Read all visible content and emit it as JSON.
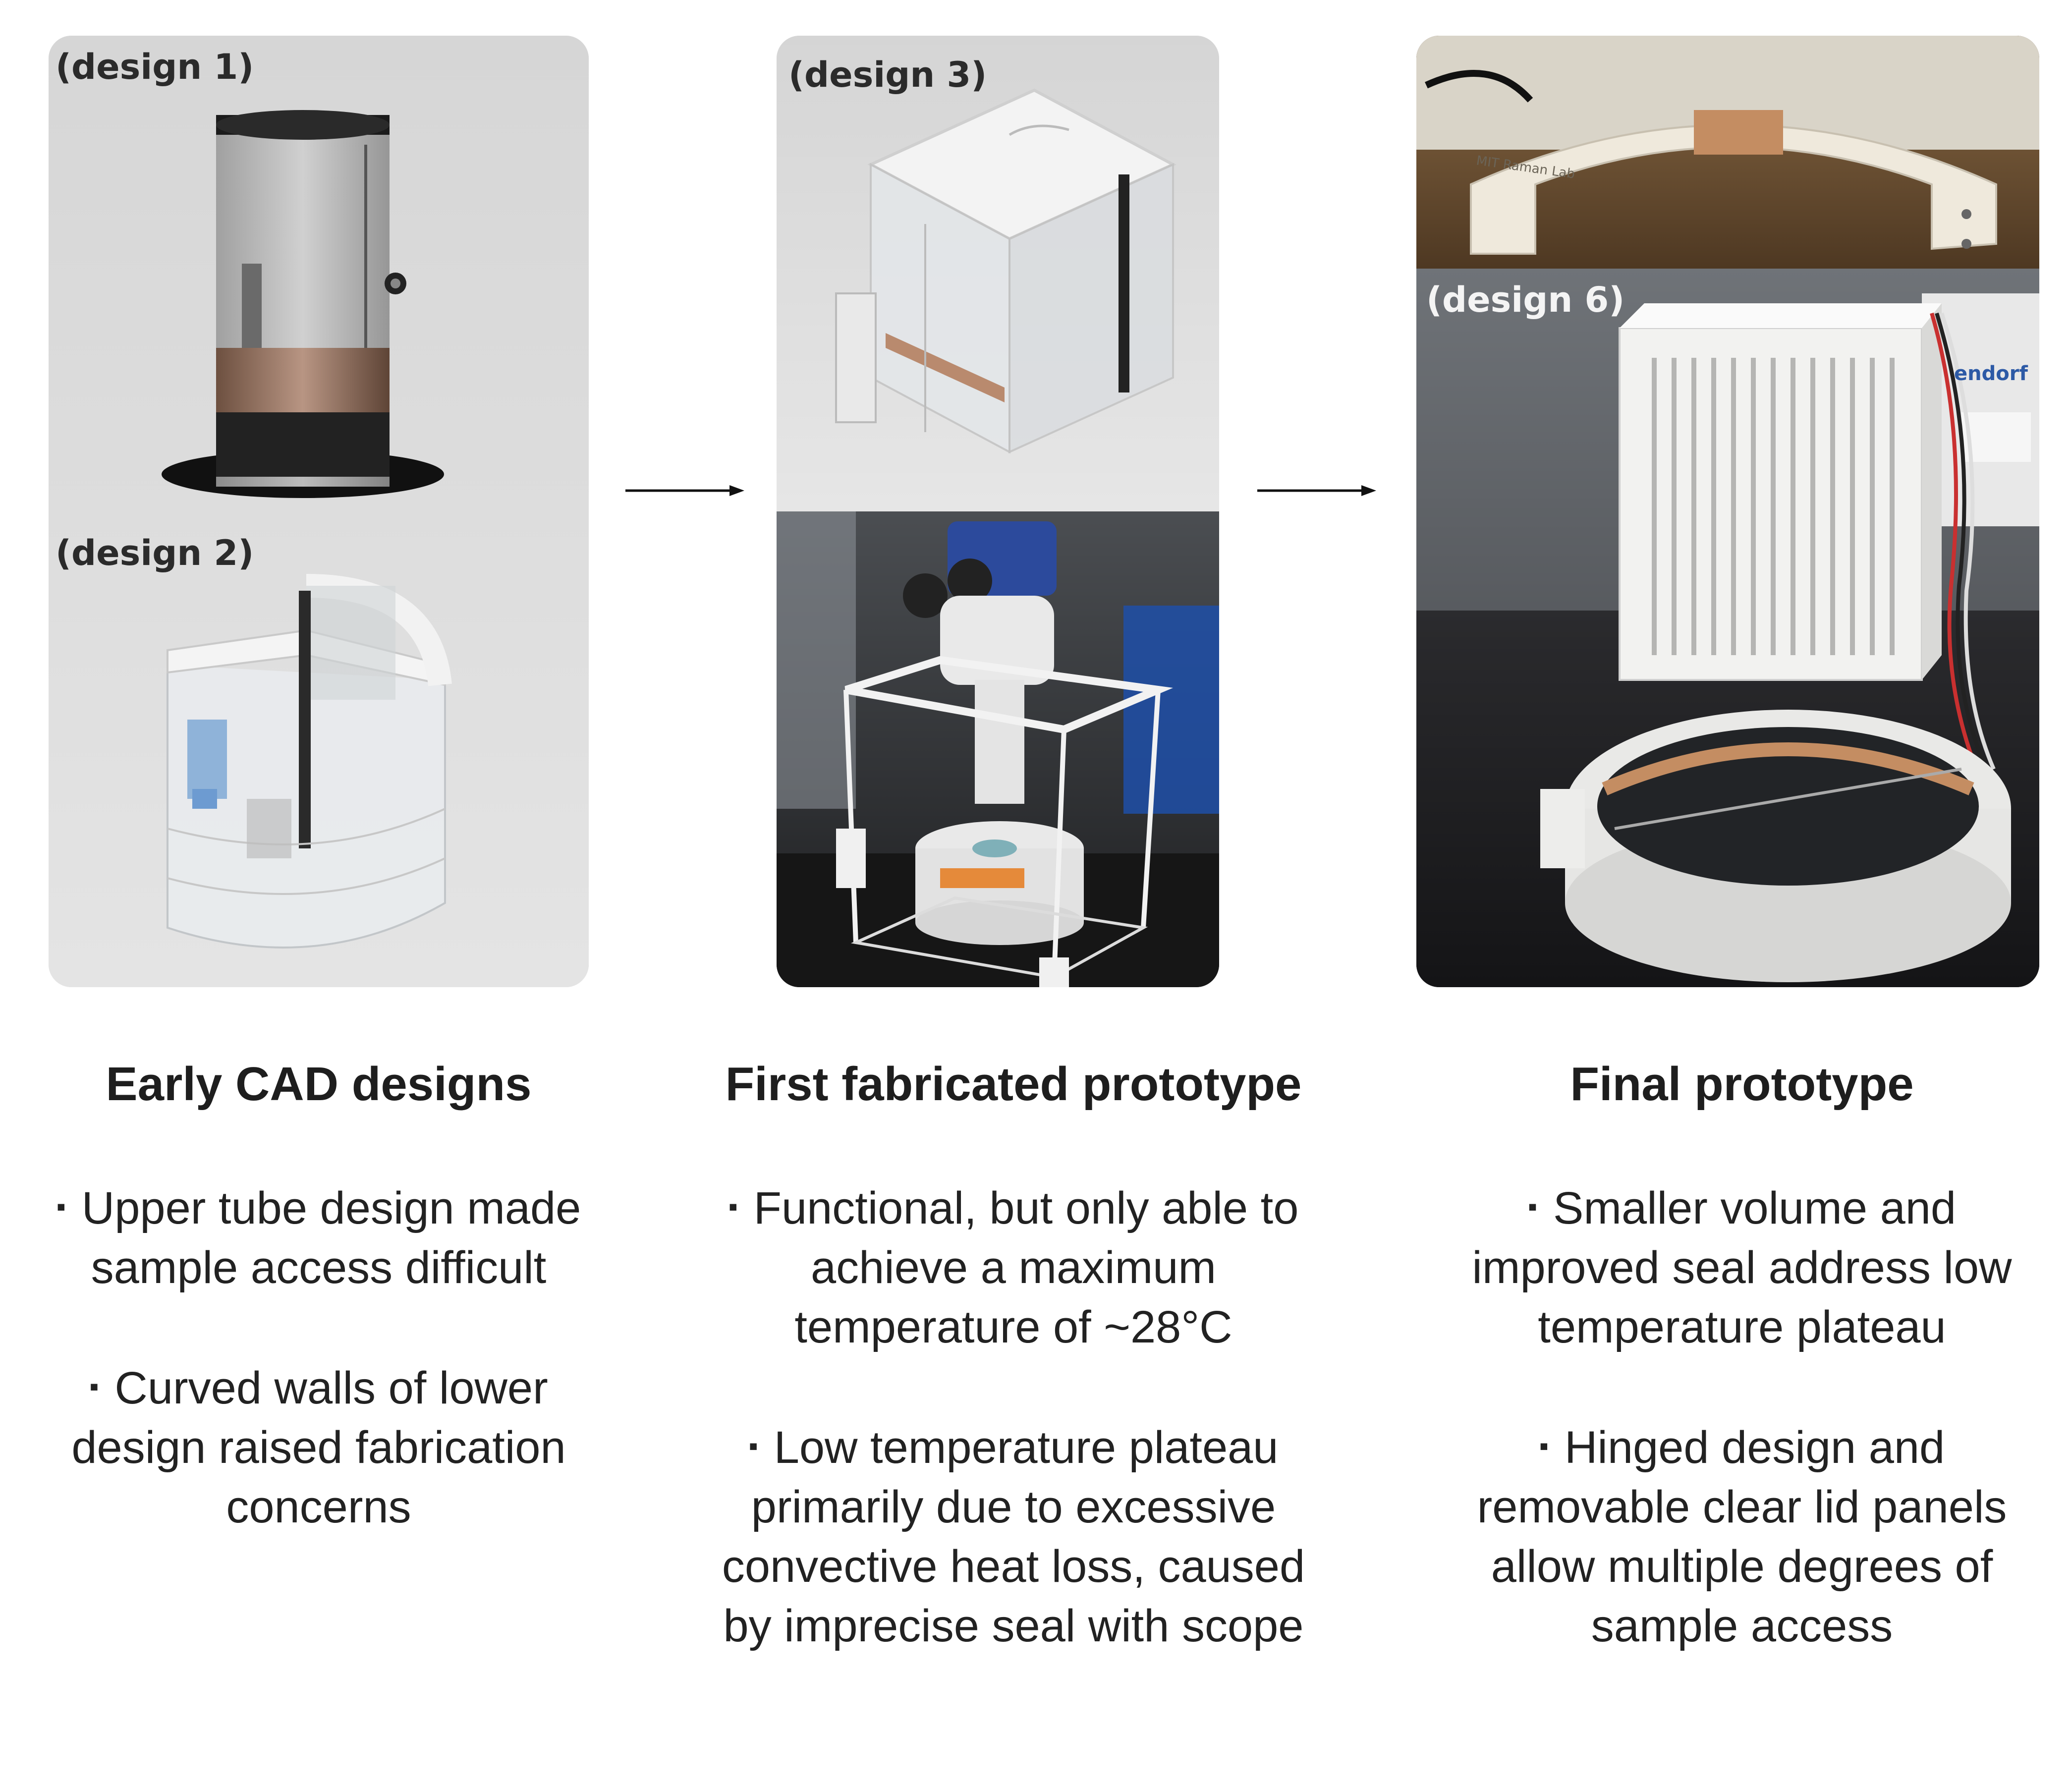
{
  "columns": [
    {
      "title": "Early CAD designs",
      "bullets": [
        "Upper tube design made sample access difficult",
        "Curved walls of lower design raised fabrication concerns"
      ]
    },
    {
      "title": "First fabricated prototype",
      "bullets": [
        "Functional, but only able to achieve a maximum temperature of ~28°C",
        "Low temperature plateau primarily due to excessive convective heat loss, caused by imprecise seal with scope"
      ]
    },
    {
      "title": "Final prototype",
      "bullets": [
        "Smaller volume and improved seal address low temperature plateau",
        "Hinged design and removable clear lid panels allow multiple degrees of sample access"
      ]
    }
  ],
  "images": {
    "design1_label": "(design 1)",
    "design2_label": "(design 2)",
    "design3_label": "(design 3)",
    "design6_label": "(design 6)",
    "photo_text_lab": "MIT Raman Lab",
    "photo_text_brand": "endorf"
  },
  "bullet_glyph": "▪",
  "colors": {
    "panel_gray": "#dcdcdc",
    "text": "#1e1e1e",
    "arrow": "#111111"
  }
}
